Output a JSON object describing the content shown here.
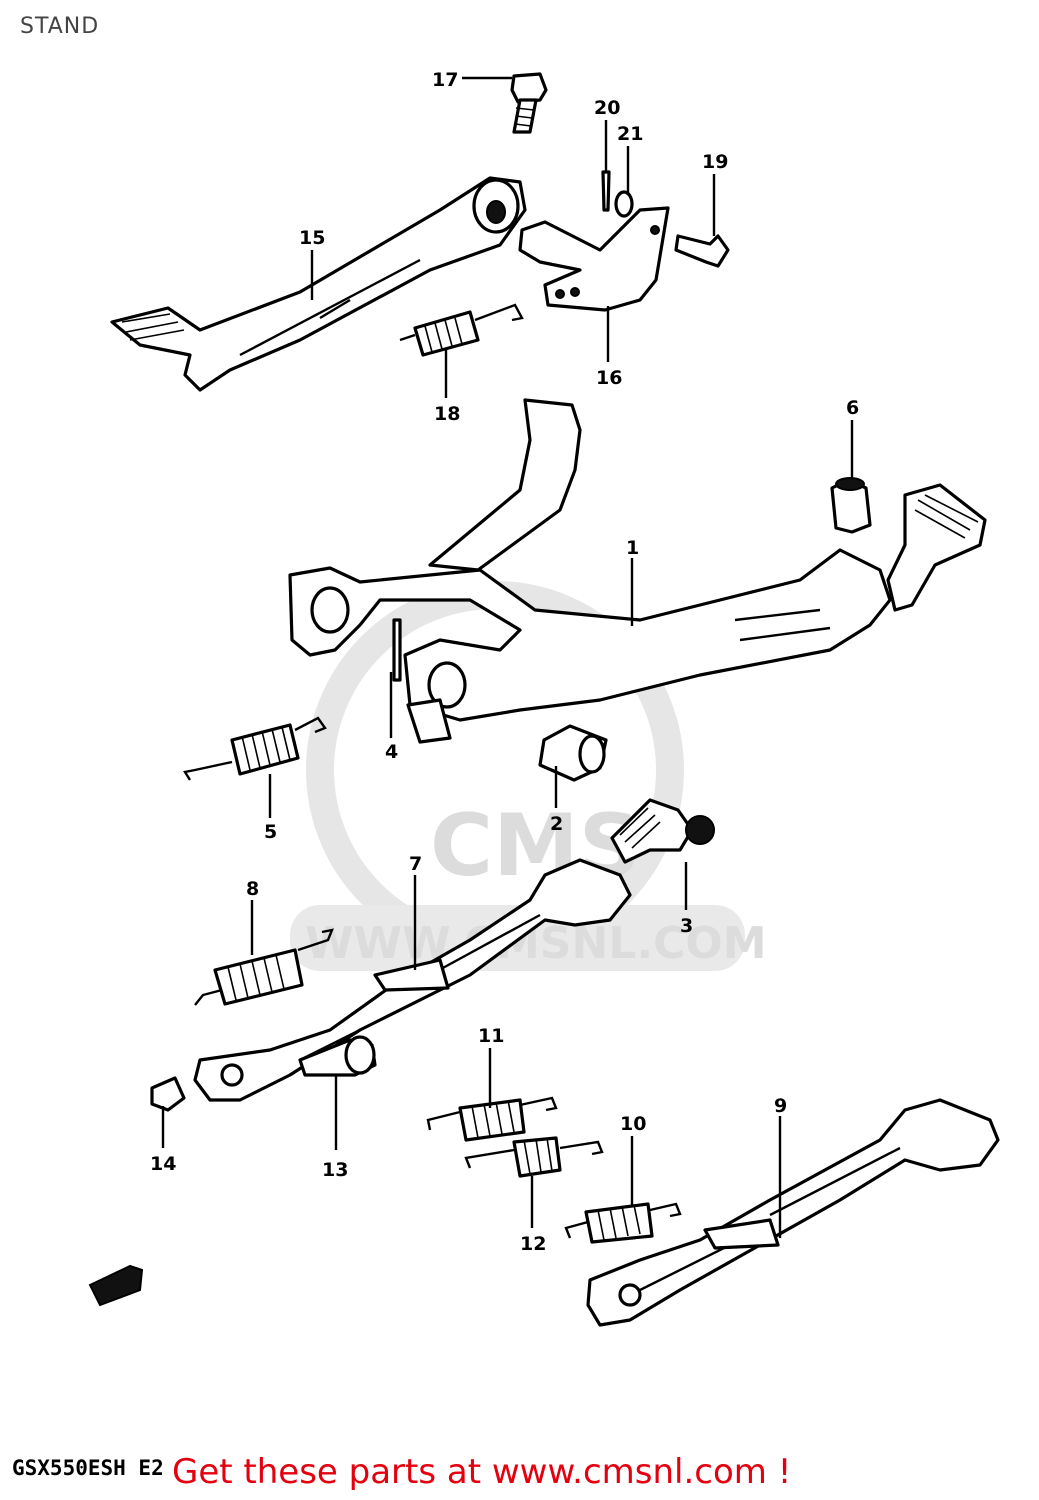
{
  "page": {
    "title": "STAND"
  },
  "watermark": {
    "logo_text": "CMS",
    "site": "WWW.CMSNL.COM"
  },
  "callouts": {
    "c1": "1",
    "c2": "2",
    "c3": "3",
    "c4": "4",
    "c5": "5",
    "c6": "6",
    "c7": "7",
    "c8": "8",
    "c9": "9",
    "c10": "10",
    "c11": "11",
    "c12": "12",
    "c13": "13",
    "c14": "14",
    "c15": "15",
    "c16": "16",
    "c17": "17",
    "c18": "18",
    "c19": "19",
    "c20": "20",
    "c21": "21"
  },
  "footer": {
    "model_code": "GSX550ESH E2",
    "promo": "Get these parts at www.cmsnl.com !",
    "promo_color": "#e4000f"
  }
}
